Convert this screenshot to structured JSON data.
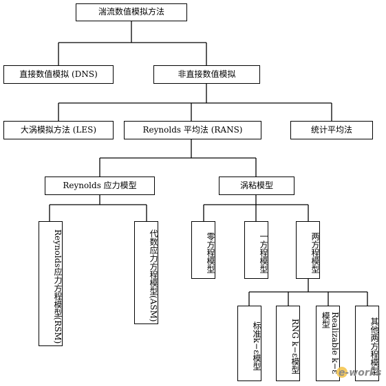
{
  "nodes": {
    "root": "湍流数值模拟方法",
    "dns": "直接数值模拟 (DNS)",
    "indirect": "非直接数值模拟",
    "les": "大涡模拟方法 (LES)",
    "rans": "Reynolds 平均法 (RANS)",
    "stat": "统计平均法",
    "rsm_group": "Reynolds 应力模型",
    "eddy": "涡粘模型",
    "rsm": "Reynolds应力方程模型(RSM)",
    "asm": "代数应力方程模型(ASM)",
    "zero": "零方程模型",
    "one": "一方程模型",
    "two": "两方程模型",
    "std": "标准k−ε模型",
    "rng": "RNG k−ε模型",
    "real": "Realizable k−ε模型",
    "other": "其他两方程模型"
  },
  "watermark": "e-works"
}
